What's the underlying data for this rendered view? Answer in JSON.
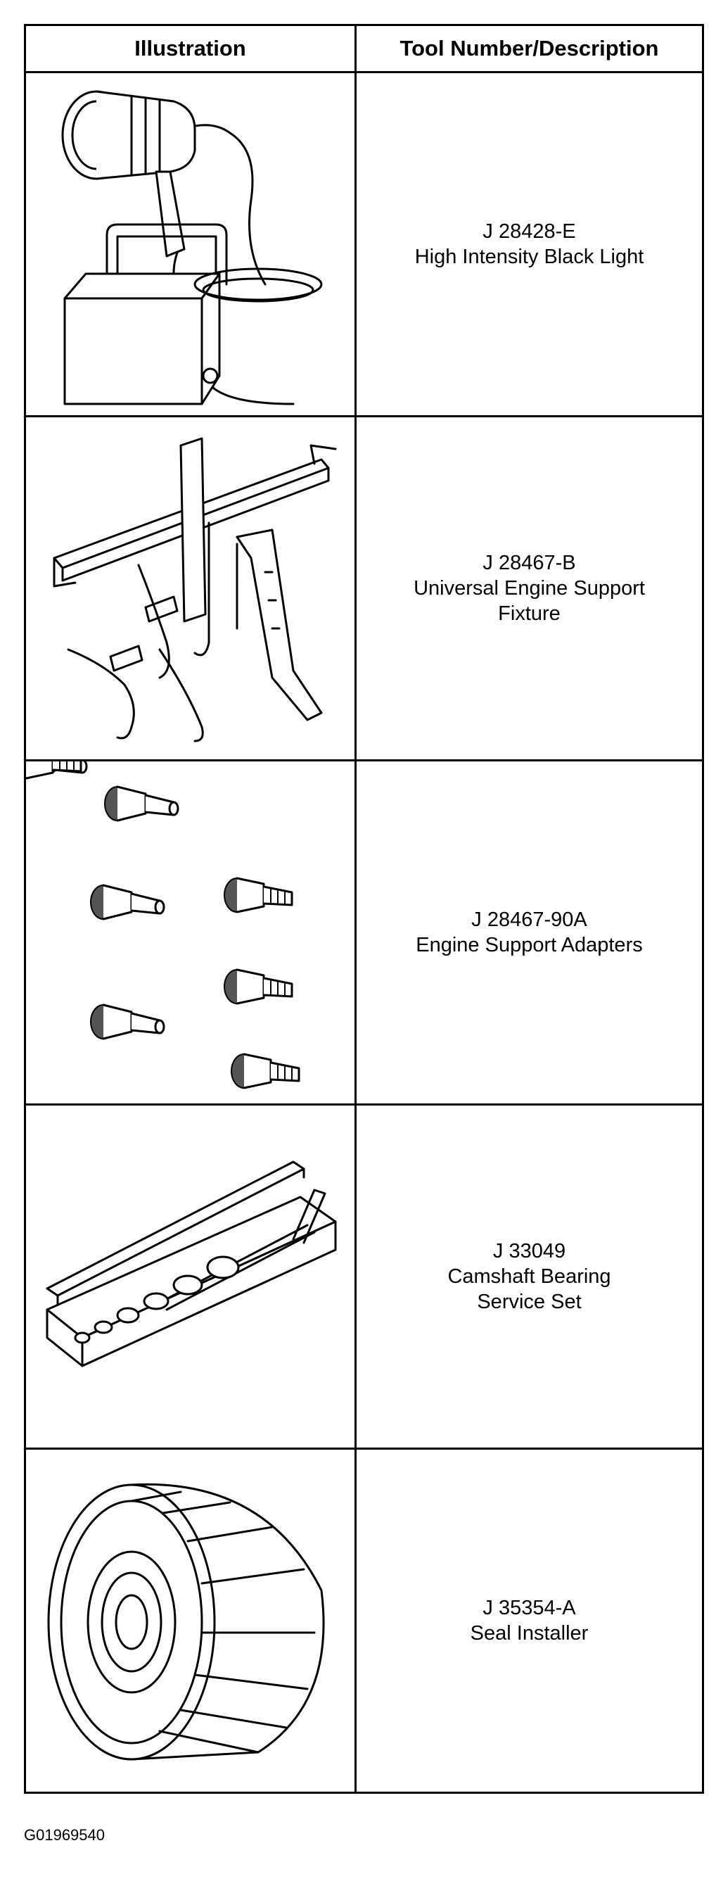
{
  "table": {
    "headers": {
      "illustration": "Illustration",
      "description": "Tool Number/Description"
    },
    "rows": [
      {
        "icon": "black-light-icon",
        "tool_number": "J 28428-E",
        "description_lines": [
          "High Intensity Black Light"
        ]
      },
      {
        "icon": "engine-support-fixture-icon",
        "tool_number": "J 28467-B",
        "description_lines": [
          "Universal Engine Support",
          "Fixture"
        ]
      },
      {
        "icon": "support-adapters-icon",
        "tool_number": "J 28467-90A",
        "description_lines": [
          "Engine Support Adapters"
        ]
      },
      {
        "icon": "bearing-service-set-icon",
        "tool_number": "J 33049",
        "description_lines": [
          "Camshaft Bearing",
          "Service Set"
        ]
      },
      {
        "icon": "seal-installer-icon",
        "tool_number": "J 35354-A",
        "description_lines": [
          "Seal Installer"
        ]
      }
    ]
  },
  "figure_id": "G01969540"
}
